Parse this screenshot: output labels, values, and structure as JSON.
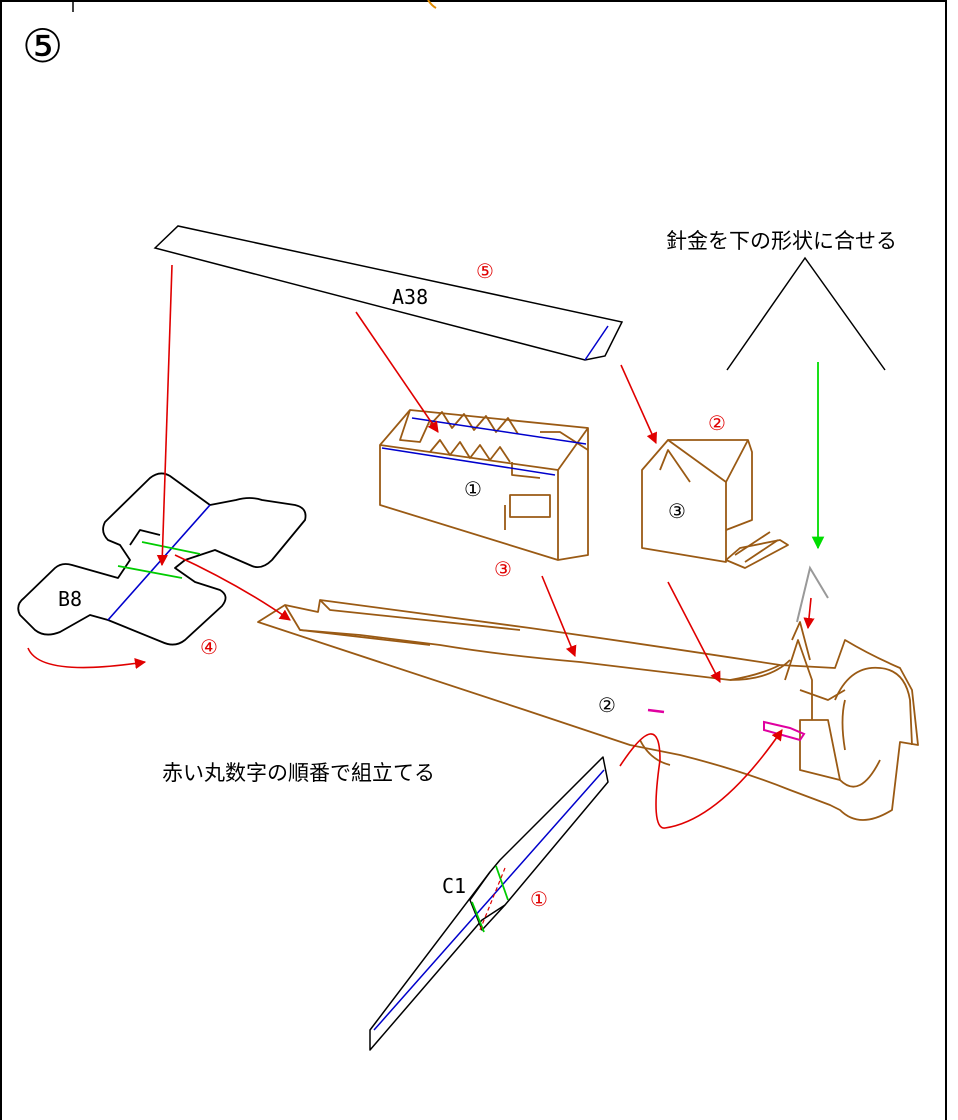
{
  "step_number": "⑤",
  "parts": {
    "a38": "A38",
    "b8": "B8",
    "c1": "C1"
  },
  "assembly_order": {
    "a38": "⑤",
    "cockpit_box": "②",
    "fuselage_upper": "③",
    "b8": "④",
    "c1": "①"
  },
  "part_numbers": {
    "engine_block": "①",
    "cockpit_box": "③",
    "fuselage": "②"
  },
  "notes": {
    "wire": "針金を下の形状に合せる",
    "order": "赤い丸数字の順番で組立てる"
  },
  "colors": {
    "frame": "#000000",
    "part_outline": "#9a5a14",
    "arrow": "#e00000",
    "order_number": "#e00000",
    "fold_line": "#0000cc",
    "glue_line": "#00cc00",
    "wire_arrow": "#00dd00",
    "wire": "#999999",
    "accent_pink": "#e000a0"
  }
}
